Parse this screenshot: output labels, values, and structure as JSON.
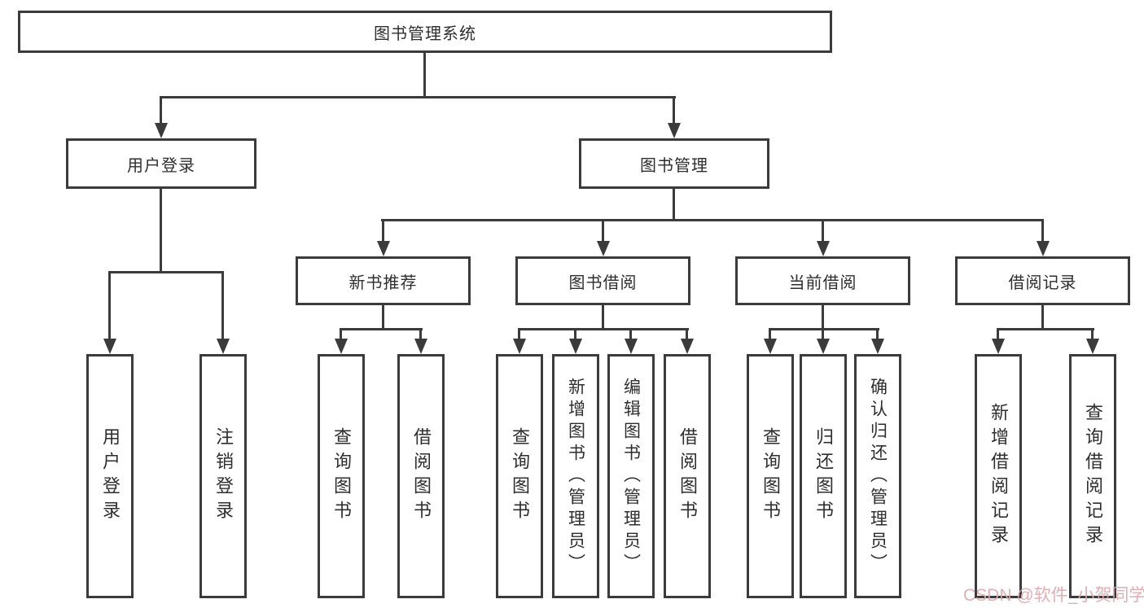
{
  "tree": {
    "root": {
      "label": "图书管理系统"
    },
    "level2": [
      {
        "label": "用户登录",
        "leaves": [
          {
            "label": "用户登录"
          },
          {
            "label": "注销登录"
          }
        ]
      },
      {
        "label": "图书管理",
        "groups": [
          {
            "label": "新书推荐",
            "leaves": [
              {
                "label": "查询图书"
              },
              {
                "label": "借阅图书"
              }
            ]
          },
          {
            "label": "图书借阅",
            "leaves": [
              {
                "label": "查询图书"
              },
              {
                "label": "新增图书（管理员）"
              },
              {
                "label": "编辑图书（管理员）"
              },
              {
                "label": "借阅图书"
              }
            ]
          },
          {
            "label": "当前借阅",
            "leaves": [
              {
                "label": "查询图书"
              },
              {
                "label": "归还图书"
              },
              {
                "label": "确认归还（管理员）"
              }
            ]
          },
          {
            "label": "借阅记录",
            "leaves": [
              {
                "label": "新增借阅记录"
              },
              {
                "label": "查询借阅记录"
              }
            ]
          }
        ]
      }
    ]
  },
  "watermark": {
    "text": "CSDN @软件_小贺同学"
  },
  "colors": {
    "line": "#3b3b3b",
    "text": "#2e2e2e",
    "watermark": "#dfa6ab",
    "background": "#ffffff"
  }
}
